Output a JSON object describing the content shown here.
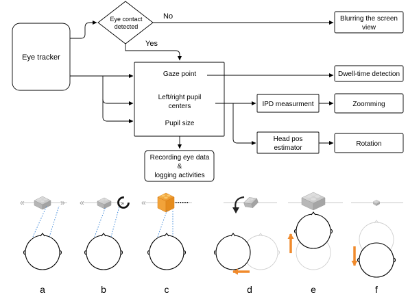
{
  "flowchart": {
    "eye_tracker": "Eye tracker",
    "decision": [
      "Eye contact",
      "detected"
    ],
    "edge_no": "No",
    "edge_yes": "Yes",
    "blurring": [
      "Blurring the screen",
      "view"
    ],
    "gaze_point": "Gaze point",
    "pupil_centers": [
      "Left/right pupil",
      "centers"
    ],
    "pupil_size": "Pupil size",
    "dwell_time": "Dwell-time detection",
    "ipd": "IPD measurment",
    "zooming": "Zoomming",
    "head_pos": [
      "Head pos",
      "estimator"
    ],
    "rotation": "Rotation",
    "recording": [
      "Recording eye data",
      "&",
      "logging activities"
    ]
  },
  "panels": [
    {
      "id": "a",
      "label": "a"
    },
    {
      "id": "b",
      "label": "b"
    },
    {
      "id": "c",
      "label": "c"
    },
    {
      "id": "d",
      "label": "d"
    },
    {
      "id": "e",
      "label": "e"
    },
    {
      "id": "f",
      "label": "f"
    }
  ],
  "colors": {
    "arrow_orange": "#f08a2c",
    "lego_grey": "#c8c8c8",
    "lego_orange": "#f2a33a",
    "sight_line": "#2f7fd6"
  }
}
